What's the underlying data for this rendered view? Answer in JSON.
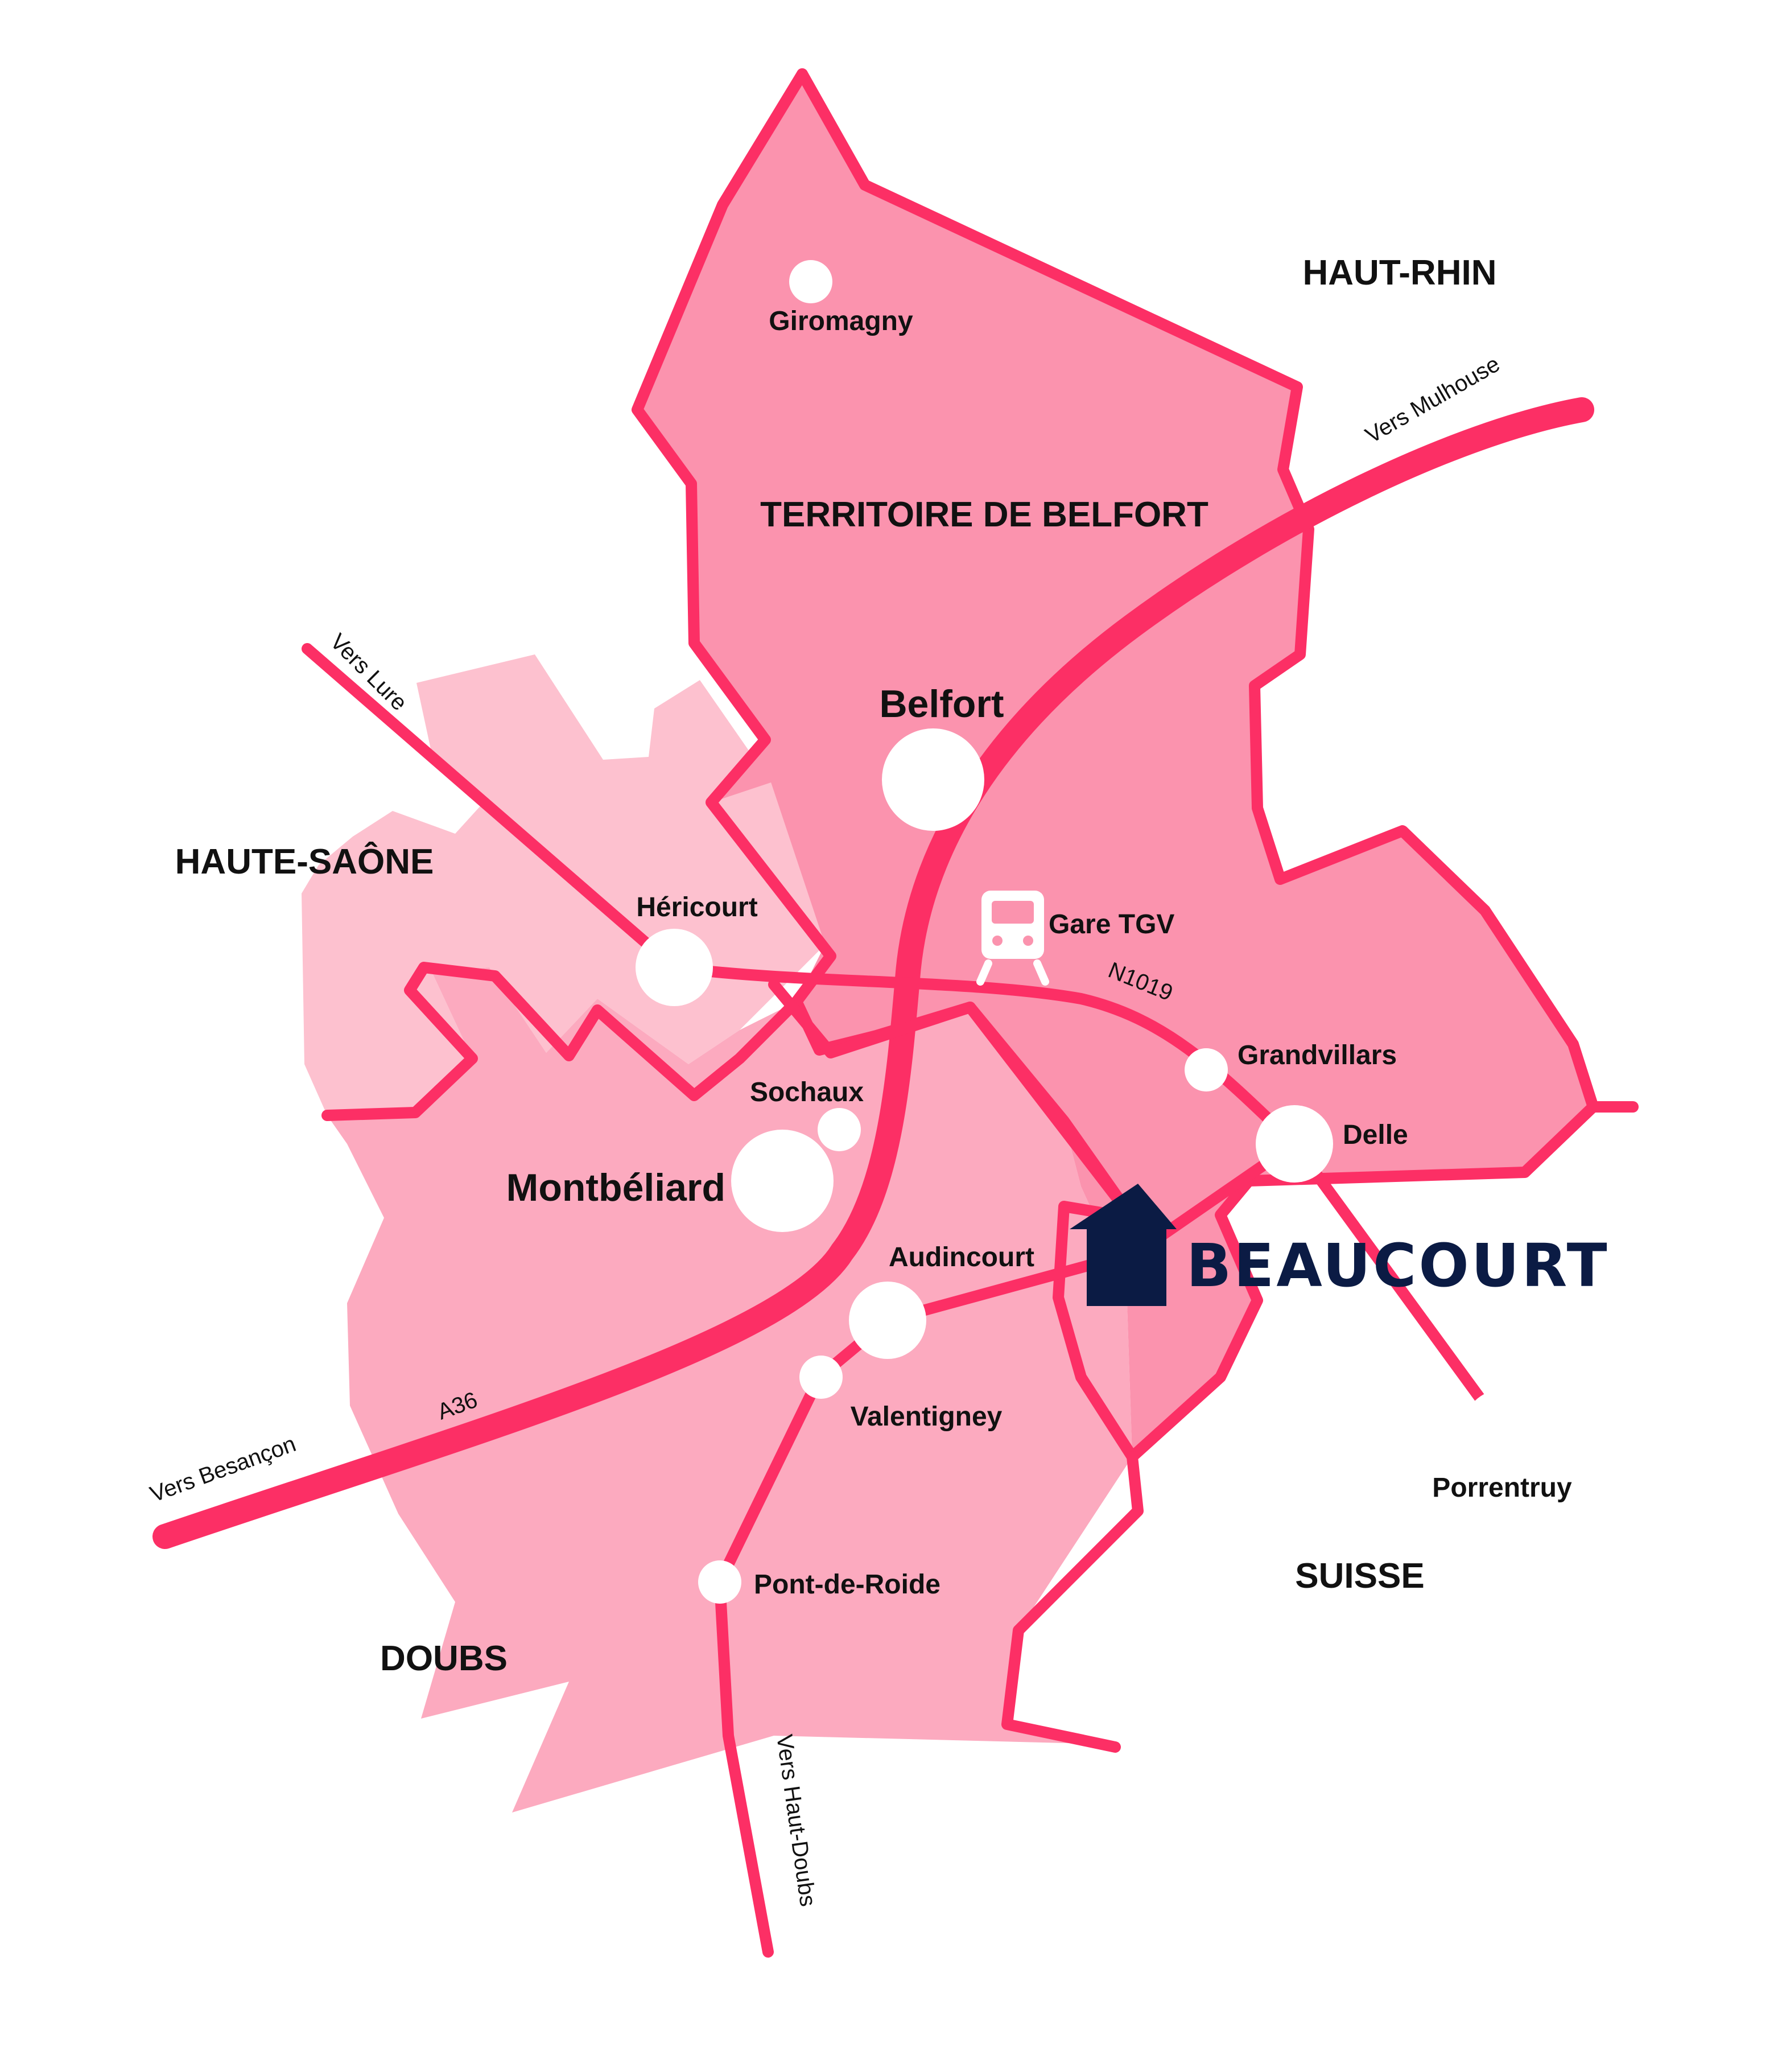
{
  "colors": {
    "territoire_fill": "#fb93ae",
    "doubs_fill": "#fcaabf",
    "haute_saone_fill": "#fdc1cf",
    "border_and_road": "#fc2f65",
    "town_dot": "#ffffff",
    "beaucourt_marker": "#0b1b44"
  },
  "regions": {
    "territoire": "TERRITOIRE DE BELFORT",
    "haut_rhin": "HAUT-RHIN",
    "haute_saone": "HAUTE-SAÔNE",
    "doubs": "DOUBS",
    "suisse": "SUISSE"
  },
  "cities": {
    "giromagny": "Giromagny",
    "belfort": "Belfort",
    "hericourt": "Héricourt",
    "sochaux": "Sochaux",
    "montbeliard": "Montbéliard",
    "audincourt": "Audincourt",
    "valentigney": "Valentigney",
    "pont_de_roide": "Pont-de-Roide",
    "grandvillars": "Grandvillars",
    "delle": "Delle",
    "porrentruy": "Porrentruy",
    "gare_tgv": "Gare TGV"
  },
  "roads": {
    "vers_mulhouse": "Vers Mulhouse",
    "vers_lure": "Vers Lure",
    "vers_besancon": "Vers Besançon",
    "vers_haut_doubs": "Vers Haut-Doubs",
    "a36": "A36",
    "n1019": "N1019"
  },
  "marker": {
    "label": "BEAUCOURT",
    "icon": "house-icon"
  },
  "icons": {
    "train": "train-icon"
  }
}
